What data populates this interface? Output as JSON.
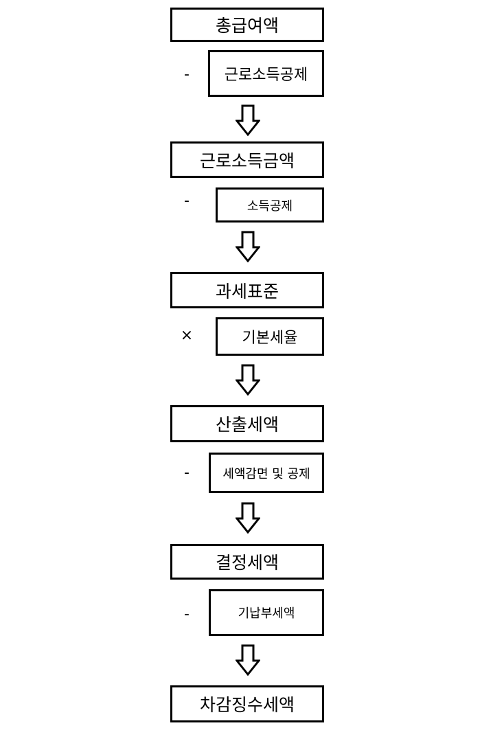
{
  "steps": [
    {
      "label": "총급여액"
    },
    {
      "label": "근로소득금액"
    },
    {
      "label": "과세표준"
    },
    {
      "label": "산출세액"
    },
    {
      "label": "결정세액"
    },
    {
      "label": "차감징수세액"
    }
  ],
  "deductions": [
    {
      "operator": "-",
      "label": "근로소득공제"
    },
    {
      "operator": "-",
      "label": "소득공제"
    },
    {
      "operator": "×",
      "label": "기본세율"
    },
    {
      "operator": "-",
      "label": "세액감면 및 공제"
    },
    {
      "operator": "-",
      "label": "기납부세액"
    }
  ],
  "icons": {
    "flow_arrow": "down-arrow-icon"
  }
}
